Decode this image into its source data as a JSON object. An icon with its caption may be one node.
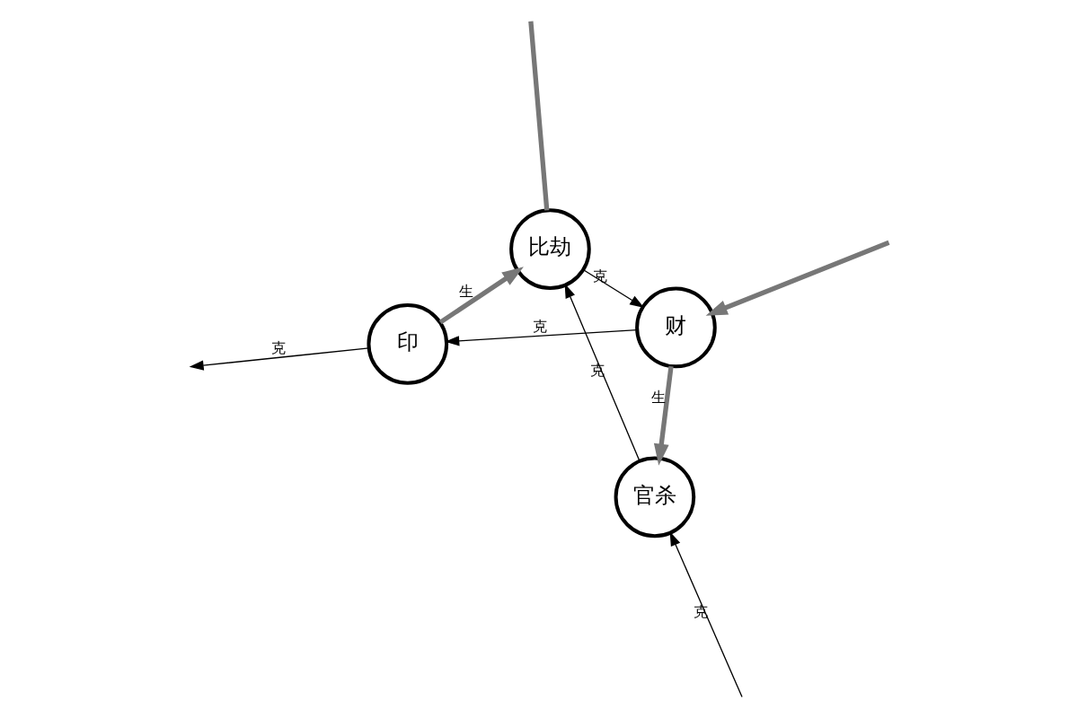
{
  "diagram": {
    "nodes": [
      {
        "text": [
          "官杀"
        ]
      },
      {
        "text": [
          "印"
        ]
      },
      {
        "text": [
          "财"
        ]
      },
      {
        "text": [
          "比劫"
        ]
      }
    ],
    "edges": [
      {
        "from": 2,
        "to": 0,
        "arrow": "to",
        "label": "生",
        "style": "thick",
        "color": "#777777"
      },
      {
        "from": 1,
        "to": 3,
        "arrow": "to",
        "label": "生",
        "style": "thick",
        "color": "#777777"
      },
      {
        "from": null,
        "to": 2,
        "arrow": "to",
        "style": "thick",
        "color": "#777777"
      },
      {
        "from": 3,
        "to": null,
        "arrow": "none",
        "style": "thick",
        "color": "#777777"
      },
      {
        "from": 0,
        "to": 3,
        "arrow": "to",
        "label": "克"
      },
      {
        "from": 1,
        "to": null,
        "arrow": "to",
        "label": "克"
      },
      {
        "from": null,
        "to": 0,
        "arrow": "to",
        "label": "克"
      },
      {
        "from": 2,
        "to": 1,
        "arrow": "to",
        "label": "克"
      },
      {
        "from": 3,
        "to": 2,
        "arrow": "to",
        "label": "克"
      }
    ]
  }
}
